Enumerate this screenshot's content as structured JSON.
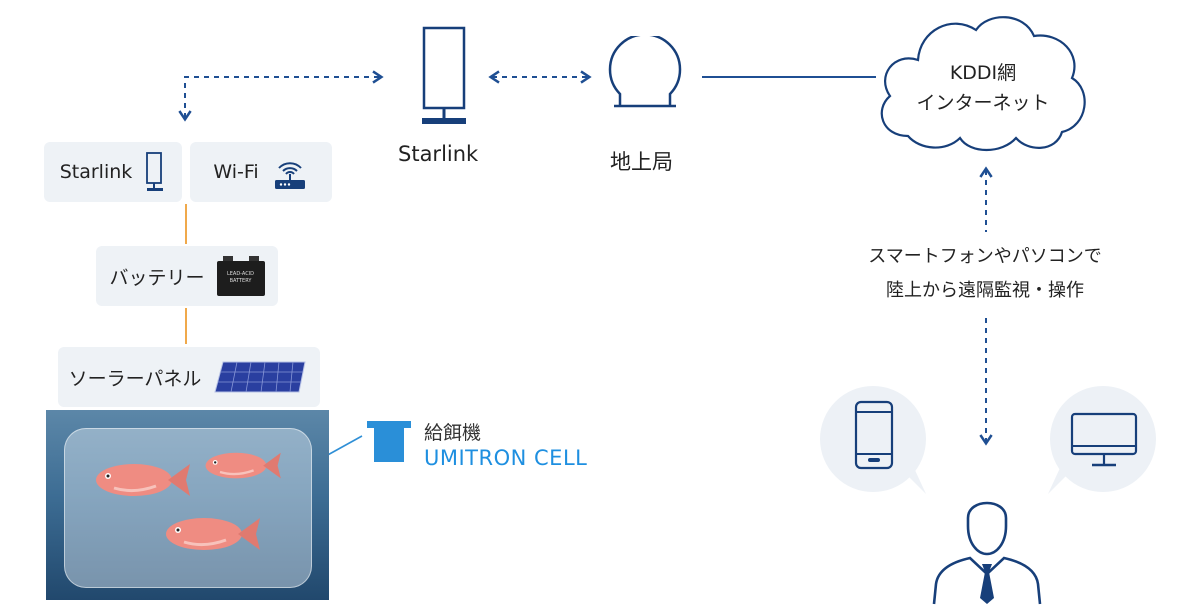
{
  "colors": {
    "navy": "#173f7a",
    "link": "#6a8bb7",
    "wire": "#f0a94b",
    "accent": "#1e8fe0",
    "box_bg": "#eef2f6"
  },
  "nodes": {
    "starlink_antenna": {
      "label": "Starlink",
      "icon": "starlink-dish-icon"
    },
    "ground_station": {
      "label": "地上局",
      "icon": "ground-station-dome-icon"
    },
    "cloud": {
      "line1": "KDDI網",
      "line2": "インターネット",
      "icon": "cloud-icon"
    }
  },
  "raft_equipment": {
    "starlink_box": {
      "label": "Starlink",
      "icon": "starlink-dish-icon"
    },
    "wifi_box": {
      "label": "Wi-Fi",
      "icon": "wifi-router-icon"
    },
    "battery_box": {
      "label": "バッテリー",
      "icon": "battery-icon",
      "icon_text1": "LEAD-ACID",
      "icon_text2": "BATTERY"
    },
    "solar_box": {
      "label": "ソーラーパネル",
      "icon": "solar-panel-icon"
    }
  },
  "feeder": {
    "title": "給餌機",
    "product": "UMITRON CELL",
    "icon": "feeder-icon"
  },
  "remote": {
    "line1": "スマートフォンやパソコンで",
    "line2": "陸上から遠隔監視・操作",
    "devices": [
      "smartphone-icon",
      "monitor-icon"
    ],
    "user_icon": "person-icon"
  }
}
